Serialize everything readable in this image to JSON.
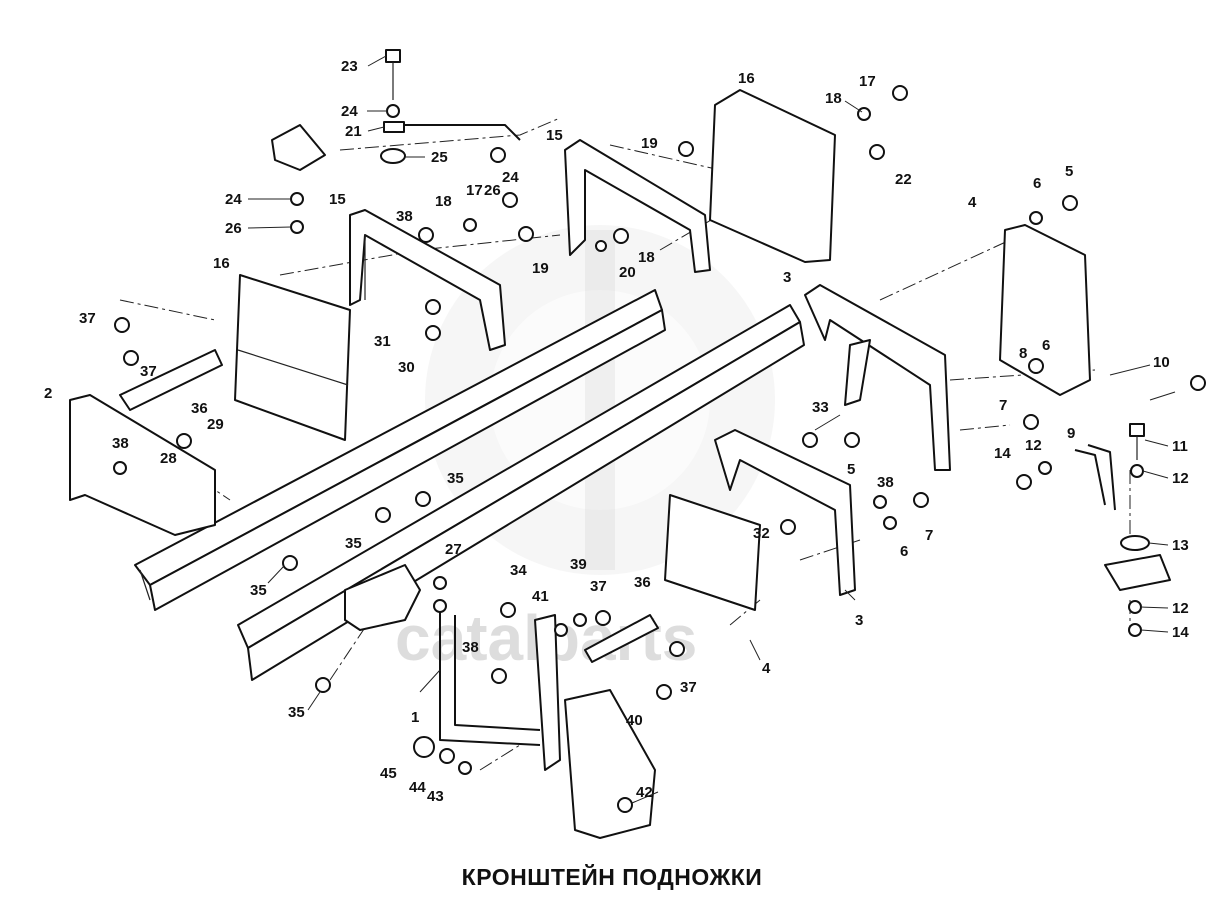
{
  "caption": "КРОНШТЕЙН ПОДНОЖКИ",
  "watermark": "catalparts",
  "callouts": [
    {
      "id": "c1",
      "text": "1"
    },
    {
      "id": "c2",
      "text": "2"
    },
    {
      "id": "c3a",
      "text": "3"
    },
    {
      "id": "c3b",
      "text": "3"
    },
    {
      "id": "c4a",
      "text": "4"
    },
    {
      "id": "c4b",
      "text": "4"
    },
    {
      "id": "c5a",
      "text": "5"
    },
    {
      "id": "c5b",
      "text": "5"
    },
    {
      "id": "c6a",
      "text": "6"
    },
    {
      "id": "c6b",
      "text": "6"
    },
    {
      "id": "c6c",
      "text": "6"
    },
    {
      "id": "c7a",
      "text": "7"
    },
    {
      "id": "c7b",
      "text": "7"
    },
    {
      "id": "c8",
      "text": "8"
    },
    {
      "id": "c9",
      "text": "9"
    },
    {
      "id": "c10",
      "text": "10"
    },
    {
      "id": "c11",
      "text": "11"
    },
    {
      "id": "c12a",
      "text": "12"
    },
    {
      "id": "c12b",
      "text": "12"
    },
    {
      "id": "c12c",
      "text": "12"
    },
    {
      "id": "c13",
      "text": "13"
    },
    {
      "id": "c14a",
      "text": "14"
    },
    {
      "id": "c14b",
      "text": "14"
    },
    {
      "id": "c15a",
      "text": "15"
    },
    {
      "id": "c15b",
      "text": "15"
    },
    {
      "id": "c16a",
      "text": "16"
    },
    {
      "id": "c16b",
      "text": "16"
    },
    {
      "id": "c17a",
      "text": "17"
    },
    {
      "id": "c17b",
      "text": "17"
    },
    {
      "id": "c18a",
      "text": "18"
    },
    {
      "id": "c18b",
      "text": "18"
    },
    {
      "id": "c18c",
      "text": "18"
    },
    {
      "id": "c19a",
      "text": "19"
    },
    {
      "id": "c19b",
      "text": "19"
    },
    {
      "id": "c20",
      "text": "20"
    },
    {
      "id": "c21",
      "text": "21"
    },
    {
      "id": "c22",
      "text": "22"
    },
    {
      "id": "c23",
      "text": "23"
    },
    {
      "id": "c24a",
      "text": "24"
    },
    {
      "id": "c24b",
      "text": "24"
    },
    {
      "id": "c24c",
      "text": "24"
    },
    {
      "id": "c25",
      "text": "25"
    },
    {
      "id": "c26a",
      "text": "26"
    },
    {
      "id": "c26b",
      "text": "26"
    },
    {
      "id": "c27",
      "text": "27"
    },
    {
      "id": "c28",
      "text": "28"
    },
    {
      "id": "c29",
      "text": "29"
    },
    {
      "id": "c30",
      "text": "30"
    },
    {
      "id": "c31",
      "text": "31"
    },
    {
      "id": "c32",
      "text": "32"
    },
    {
      "id": "c33",
      "text": "33"
    },
    {
      "id": "c34",
      "text": "34"
    },
    {
      "id": "c35a",
      "text": "35"
    },
    {
      "id": "c35b",
      "text": "35"
    },
    {
      "id": "c35c",
      "text": "35"
    },
    {
      "id": "c35d",
      "text": "35"
    },
    {
      "id": "c36a",
      "text": "36"
    },
    {
      "id": "c36b",
      "text": "36"
    },
    {
      "id": "c37a",
      "text": "37"
    },
    {
      "id": "c37b",
      "text": "37"
    },
    {
      "id": "c37c",
      "text": "37"
    },
    {
      "id": "c37d",
      "text": "37"
    },
    {
      "id": "c38a",
      "text": "38"
    },
    {
      "id": "c38b",
      "text": "38"
    },
    {
      "id": "c38c",
      "text": "38"
    },
    {
      "id": "c38d",
      "text": "38"
    },
    {
      "id": "c39",
      "text": "39"
    },
    {
      "id": "c40",
      "text": "40"
    },
    {
      "id": "c41",
      "text": "41"
    },
    {
      "id": "c42",
      "text": "42"
    },
    {
      "id": "c43",
      "text": "43"
    },
    {
      "id": "c44",
      "text": "44"
    },
    {
      "id": "c45",
      "text": "45"
    }
  ]
}
